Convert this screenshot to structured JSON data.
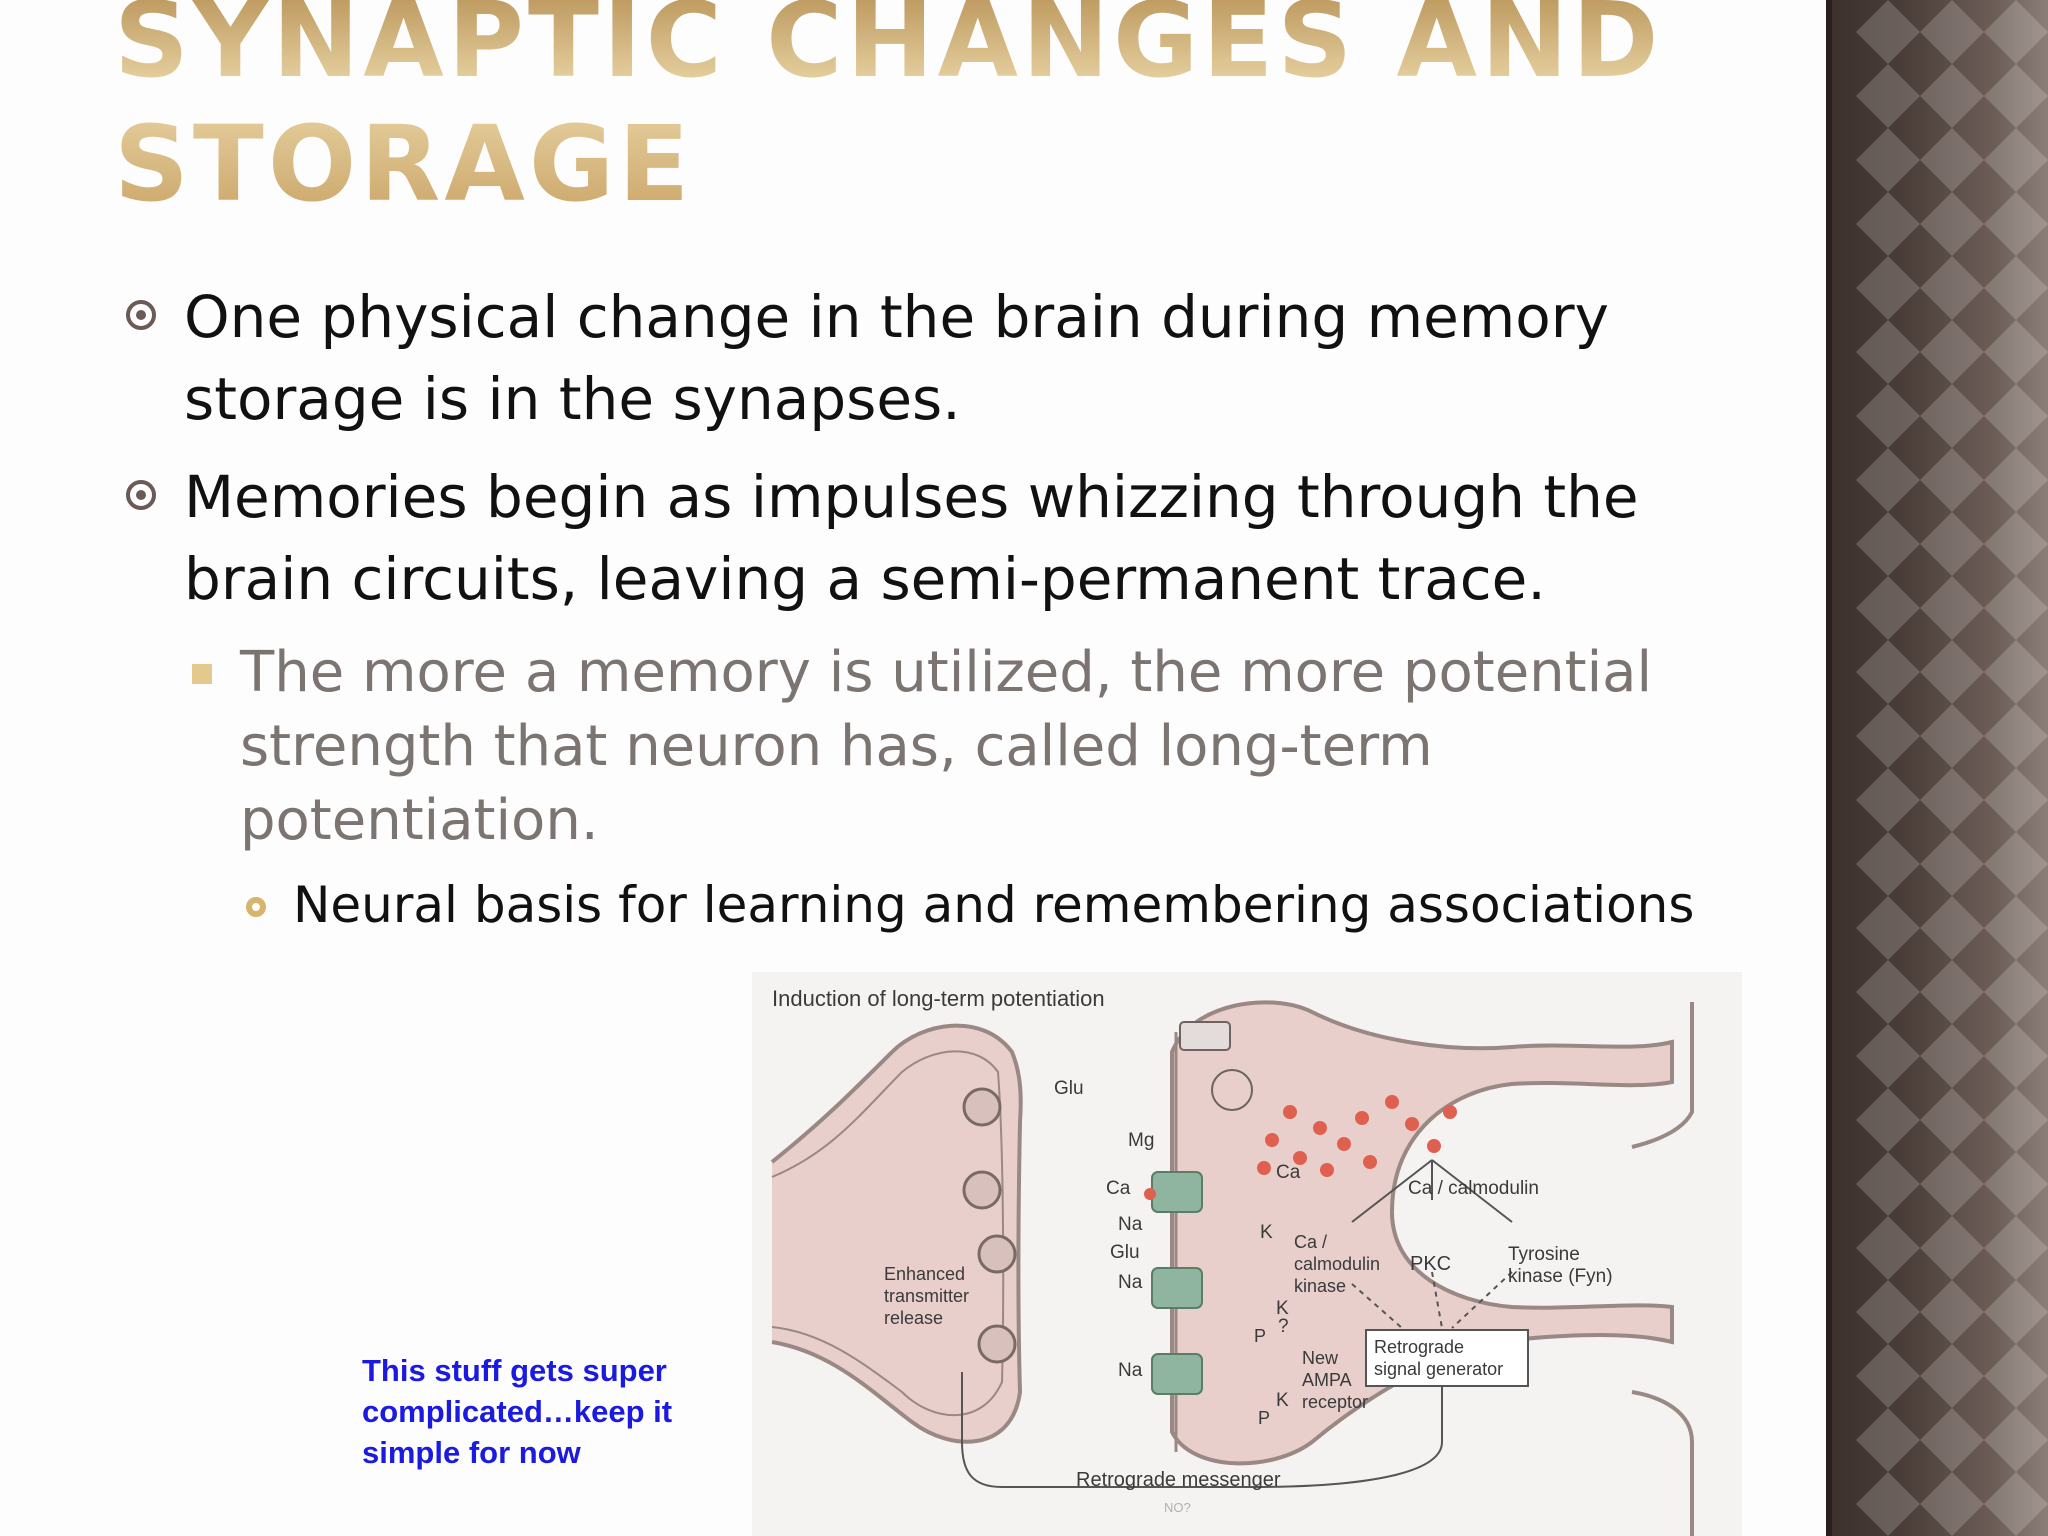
{
  "slide": {
    "title": "SYNAPTIC CHANGES AND\nSTORAGE",
    "bullets": [
      {
        "lines": [
          "One physical change in the brain during memory",
          "storage is in the synapses."
        ]
      },
      {
        "lines": [
          "Memories begin as impulses whizzing through the",
          "brain circuits, leaving a semi-permanent trace."
        ]
      }
    ],
    "sub_bullet": {
      "lines": [
        "The more a memory is utilized, the more potential",
        "strength that neuron has, called long-term",
        "potentiation."
      ]
    },
    "sub_sub_bullet": "Neural basis for learning and remembering associations",
    "note_lines": [
      "This stuff gets super",
      "complicated…keep it",
      "simple for now"
    ]
  },
  "figure": {
    "title": "Induction of long-term potentiation",
    "labels": {
      "glu_top": "Glu",
      "mg": "Mg",
      "ca_left": "Ca",
      "na1": "Na",
      "glu_mid": "Glu",
      "na2": "Na",
      "na3": "Na",
      "ca_cluster": "Ca",
      "ca_calmodulin": "Ca / calmodulin",
      "k1": "K",
      "ca_kinase_1": "Ca /",
      "ca_kinase_2": "calmodulin",
      "ca_kinase_3": "kinase",
      "pkc": "PKC",
      "tyrosine_1": "Tyrosine",
      "tyrosine_2": "kinase (Fyn)",
      "enhanced_1": "Enhanced",
      "enhanced_2": "transmitter",
      "enhanced_3": "release",
      "k2": "K",
      "question": "?",
      "p1": "P",
      "new_ampa_1": "New",
      "new_ampa_2": "AMPA",
      "new_ampa_3": "receptor",
      "k3": "K",
      "p2": "P",
      "retro_gen_1": "Retrograde",
      "retro_gen_2": "signal generator",
      "retro_messenger": "Retrograde messenger",
      "no": "NO?"
    },
    "colors": {
      "membrane": "#e8cfcb",
      "membrane_edge": "#9a8884",
      "receptor": "#8fb5a0",
      "calcium": "#e0604f"
    }
  }
}
